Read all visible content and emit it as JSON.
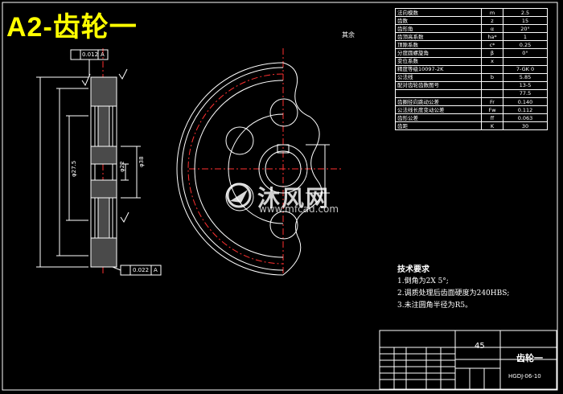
{
  "title": "A2-齿轮一",
  "params": [
    {
      "name": "法向模数",
      "sym": "m",
      "val": "2.5"
    },
    {
      "name": "齿数",
      "sym": "z",
      "val": "15"
    },
    {
      "name": "齿形角",
      "sym": "α",
      "val": "20°"
    },
    {
      "name": "齿顶高系数",
      "sym": "ha*",
      "val": "1"
    },
    {
      "name": "顶隙系数",
      "sym": "c*",
      "val": "0.25"
    },
    {
      "name": "分度圆螺旋角",
      "sym": "β",
      "val": "0°"
    },
    {
      "name": "变位系数",
      "sym": "x",
      "val": ""
    },
    {
      "name": "精度等级10097-2K",
      "sym": "",
      "val": "7-GK  0"
    },
    {
      "name": "公法线",
      "sym": "b",
      "val": "5.85"
    },
    {
      "name": "配对齿轮齿数图号",
      "sym": "",
      "val": "13-5"
    },
    {
      "name": "",
      "sym": "",
      "val": "77.5"
    },
    {
      "name": "齿圈径向跳动公差",
      "sym": "Fr",
      "val": "0.140"
    },
    {
      "name": "公法线长度变动公差",
      "sym": "Fw",
      "val": "0.112"
    },
    {
      "name": "齿形公差",
      "sym": "ff",
      "val": "0.063"
    },
    {
      "name": "齿距",
      "sym": "K",
      "val": "30"
    }
  ],
  "tech": {
    "heading": "技术要求",
    "items": [
      "1.倒角为2X 5°;",
      "2.调质处理后齿面硬度为240HBS;",
      "3.未注圆角半径为R5。"
    ]
  },
  "titleblock": {
    "material": "45",
    "name": "齿轮一",
    "drawing_no": "HGDJ-06-10"
  },
  "annotations": {
    "tol_top": "0.012",
    "datum_top": "A",
    "tol_bottom": "0.022",
    "datum_bottom": "A",
    "rest": "其余",
    "dim_a": "φ38",
    "dim_b": "φ22",
    "dim_c": "φ27.5"
  },
  "watermark": {
    "brand": "沐风网",
    "url": "www.mfcad.com"
  }
}
